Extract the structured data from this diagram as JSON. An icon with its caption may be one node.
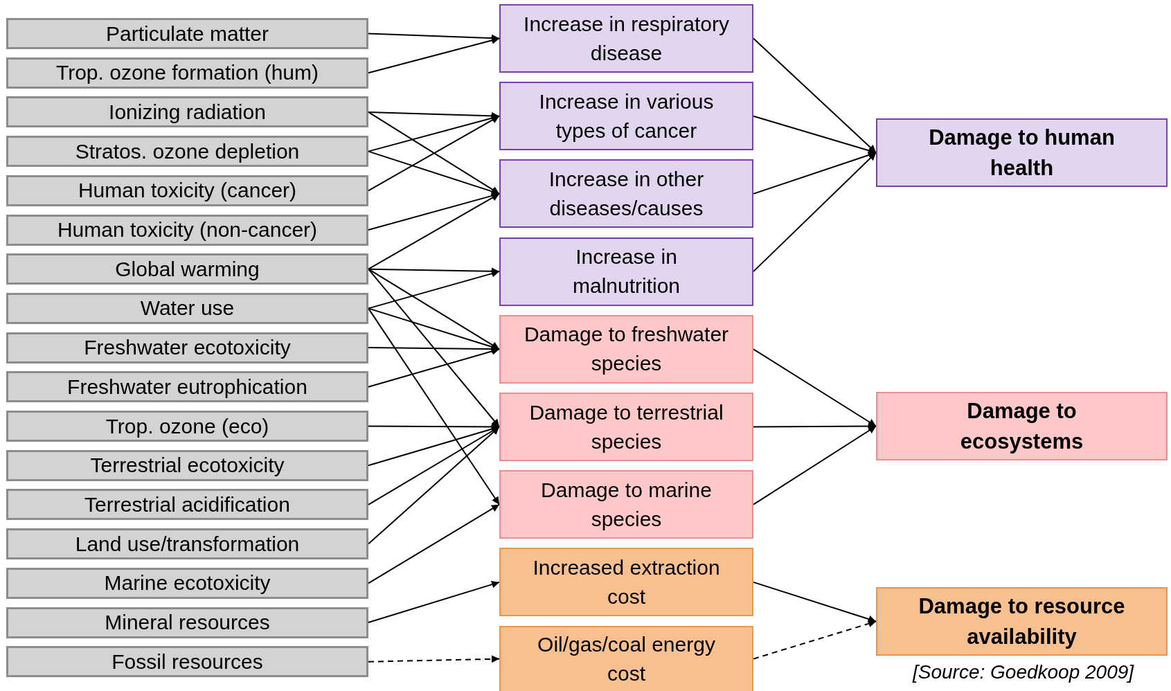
{
  "diagram": {
    "nodes": [
      {
        "text": [
          "Particulate matter"
        ]
      },
      {
        "text": [
          "Trop. ozone formation (hum)"
        ]
      },
      {
        "text": [
          "Ionizing radiation"
        ]
      },
      {
        "text": [
          "Stratos. ozone depletion"
        ]
      },
      {
        "text": [
          "Human toxicity (cancer)"
        ]
      },
      {
        "text": [
          "Human toxicity (non-cancer)"
        ]
      },
      {
        "text": [
          "Global warming"
        ]
      },
      {
        "text": [
          "Water use"
        ]
      },
      {
        "text": [
          "Freshwater ecotoxicity"
        ]
      },
      {
        "text": [
          "Freshwater eutrophication"
        ]
      },
      {
        "text": [
          "Trop. ozone (eco)"
        ]
      },
      {
        "text": [
          "Terrestrial ecotoxicity"
        ]
      },
      {
        "text": [
          "Terrestrial acidification"
        ]
      },
      {
        "text": [
          "Land use/transformation"
        ]
      },
      {
        "text": [
          "Marine ecotoxicity"
        ]
      },
      {
        "text": [
          "Mineral resources"
        ]
      },
      {
        "text": [
          "Fossil resources"
        ]
      },
      {
        "text": [
          "Increase in respiratory disease"
        ]
      },
      {
        "text": [
          "Increase in various types of cancer"
        ]
      },
      {
        "text": [
          "Increase in other diseases/causes"
        ]
      },
      {
        "text": [
          "Increase in malnutrition"
        ]
      },
      {
        "text": [
          "Damage to freshwater species"
        ]
      },
      {
        "text": [
          "Damage to terrestrial species"
        ]
      },
      {
        "text": [
          "Damage to marine species"
        ]
      },
      {
        "text": [
          "Increased extraction cost"
        ]
      },
      {
        "text": [
          "Oil/gas/coal energy cost"
        ]
      },
      {
        "text": [
          "Damage to human health"
        ]
      },
      {
        "text": [
          "Damage to ecosystems"
        ]
      },
      {
        "text": [
          "Damage to resource availability"
        ]
      }
    ],
    "edges": [
      {
        "from": 0,
        "to": 17,
        "arrow": "to"
      },
      {
        "from": 1,
        "to": 17,
        "arrow": "to"
      },
      {
        "from": 2,
        "to": 18,
        "arrow": "to"
      },
      {
        "from": 2,
        "to": 19,
        "arrow": "to"
      },
      {
        "from": 3,
        "to": 18,
        "arrow": "to"
      },
      {
        "from": 3,
        "to": 19,
        "arrow": "to"
      },
      {
        "from": 4,
        "to": 18,
        "arrow": "to"
      },
      {
        "from": 5,
        "to": 19,
        "arrow": "to"
      },
      {
        "from": 6,
        "to": 19,
        "arrow": "to"
      },
      {
        "from": 6,
        "to": 20,
        "arrow": "to"
      },
      {
        "from": 6,
        "to": 21,
        "arrow": "to"
      },
      {
        "from": 6,
        "to": 22,
        "arrow": "to"
      },
      {
        "from": 7,
        "to": 20,
        "arrow": "to"
      },
      {
        "from": 7,
        "to": 21,
        "arrow": "to"
      },
      {
        "from": 7,
        "to": 23,
        "arrow": "to"
      },
      {
        "from": 8,
        "to": 21,
        "arrow": "to"
      },
      {
        "from": 9,
        "to": 21,
        "arrow": "to"
      },
      {
        "from": 10,
        "to": 22,
        "arrow": "to"
      },
      {
        "from": 11,
        "to": 22,
        "arrow": "to"
      },
      {
        "from": 12,
        "to": 22,
        "arrow": "to"
      },
      {
        "from": 13,
        "to": 22,
        "arrow": "to"
      },
      {
        "from": 14,
        "to": 23,
        "arrow": "to"
      },
      {
        "from": 15,
        "to": 24,
        "arrow": "to"
      },
      {
        "from": 16,
        "to": 25,
        "arrow": "to",
        "style": "dashed"
      },
      {
        "from": 17,
        "to": 26,
        "arrow": "to"
      },
      {
        "from": 18,
        "to": 26,
        "arrow": "to"
      },
      {
        "from": 19,
        "to": 26,
        "arrow": "to"
      },
      {
        "from": 20,
        "to": 26,
        "arrow": "to"
      },
      {
        "from": 21,
        "to": 27,
        "arrow": "to"
      },
      {
        "from": 22,
        "to": 27,
        "arrow": "to"
      },
      {
        "from": 23,
        "to": 27,
        "arrow": "to"
      },
      {
        "from": 24,
        "to": 28,
        "arrow": "to"
      },
      {
        "from": 25,
        "to": 28,
        "arrow": "to",
        "style": "dashed"
      }
    ],
    "labels": [
      "[Source: Goedkoop 2009]"
    ]
  }
}
